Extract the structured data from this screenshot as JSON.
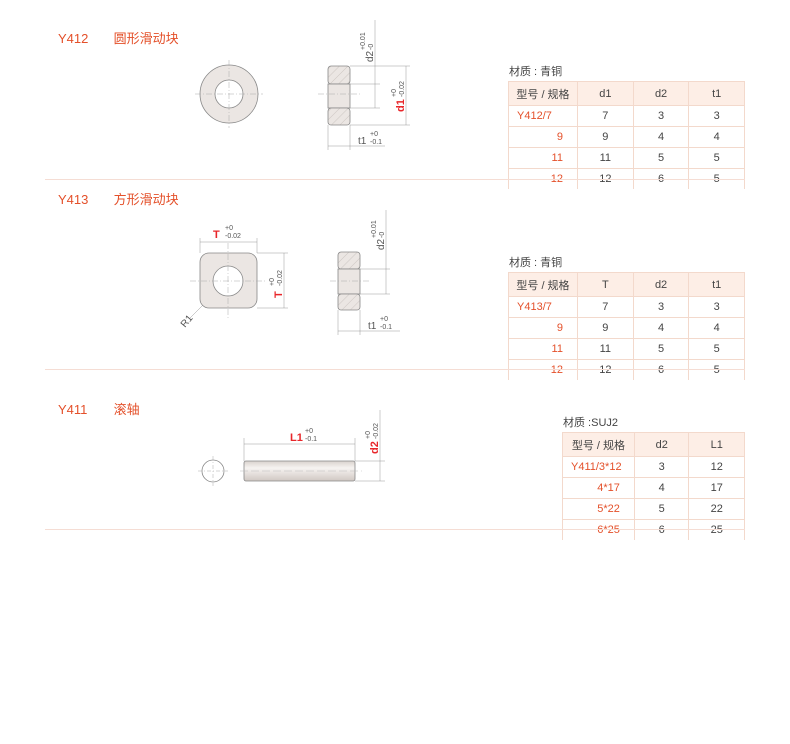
{
  "colors": {
    "accent": "#e4502a",
    "header_bg": "#fdeee6",
    "border": "#f3d9cc",
    "part_fill": "#ebe6e3"
  },
  "sections": [
    {
      "code": "Y412",
      "name": "圆形滑动块",
      "material": "材质 : 青铜",
      "drawing": {
        "d2_label": "d2",
        "d2_tol_upper": "+0.01",
        "d2_tol_lower": "-0",
        "d1_label": "d1",
        "d1_tol_upper": "+0",
        "d1_tol_lower": "-0.02",
        "t1_label": "t1",
        "t1_tol_upper": "+0",
        "t1_tol_lower": "-0.1"
      },
      "table": {
        "headers": [
          "型号 / 规格",
          "d1",
          "d2",
          "t1"
        ],
        "rows": [
          [
            "Y412/7",
            "7",
            "3",
            "3"
          ],
          [
            "9",
            "9",
            "4",
            "4"
          ],
          [
            "11",
            "11",
            "5",
            "5"
          ],
          [
            "12",
            "12",
            "6",
            "5"
          ]
        ]
      }
    },
    {
      "code": "Y413",
      "name": "方形滑动块",
      "material": "材质 : 青铜",
      "drawing": {
        "T_label": "T",
        "T_tol_upper": "+0",
        "T_tol_lower": "-0.02",
        "R_label": "R1",
        "d2_label": "d2",
        "d2_tol_upper": "+0.01",
        "d2_tol_lower": "-0",
        "t1_label": "t1",
        "t1_tol_upper": "+0",
        "t1_tol_lower": "-0.1"
      },
      "table": {
        "headers": [
          "型号 / 规格",
          "T",
          "d2",
          "t1"
        ],
        "rows": [
          [
            "Y413/7",
            "7",
            "3",
            "3"
          ],
          [
            "9",
            "9",
            "4",
            "4"
          ],
          [
            "11",
            "11",
            "5",
            "5"
          ],
          [
            "12",
            "12",
            "6",
            "5"
          ]
        ]
      }
    },
    {
      "code": "Y411",
      "name": "滚轴",
      "material": "材质 :SUJ2",
      "drawing": {
        "L1_label": "L1",
        "L1_tol_upper": "+0",
        "L1_tol_lower": "-0.1",
        "d2_label": "d2",
        "d2_tol_upper": "+0",
        "d2_tol_lower": "-0.02"
      },
      "table": {
        "headers": [
          "型号 / 规格",
          "d2",
          "L1"
        ],
        "rows": [
          [
            "Y411/3*12",
            "3",
            "12"
          ],
          [
            "4*17",
            "4",
            "17"
          ],
          [
            "5*22",
            "5",
            "22"
          ],
          [
            "6*25",
            "6",
            "25"
          ]
        ]
      }
    }
  ]
}
